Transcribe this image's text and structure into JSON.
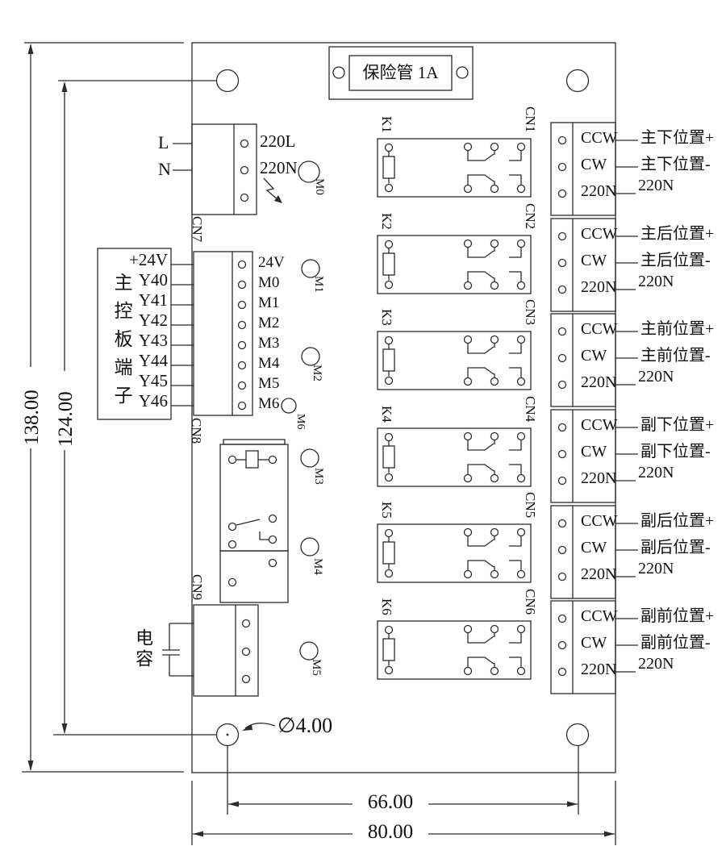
{
  "board": {
    "fuse_label": "保险管 1A",
    "power": {
      "external": [
        "L",
        "N"
      ],
      "connector": "CN7",
      "pins": [
        "220L",
        "220N"
      ]
    },
    "control": {
      "box_title": "主控板端子",
      "box_pins": [
        "+24V",
        "Y40",
        "Y41",
        "Y42",
        "Y43",
        "Y44",
        "Y45",
        "Y46"
      ],
      "connector": "CN8",
      "pins": [
        "24V",
        "M0",
        "M1",
        "M2",
        "M3",
        "M4",
        "M5",
        "M6"
      ]
    },
    "indicators": {
      "m0": "M0",
      "m1": "M1",
      "m2": "M2",
      "m3": "M3",
      "m4": "M4",
      "m5": "M5",
      "m6": "M6"
    },
    "relays": {
      "k1": "K1",
      "k2": "K2",
      "k3": "K3",
      "k4": "K4",
      "k5": "K5",
      "k6": "K6"
    },
    "aux": {
      "connector": "CN9",
      "capacitor": "电容"
    },
    "outputs": [
      {
        "connector": "CN1",
        "pins": [
          "CCW",
          "CW",
          "220N"
        ],
        "wires": [
          "主下位置+",
          "主下位置-",
          "220N"
        ]
      },
      {
        "connector": "CN2",
        "pins": [
          "CCW",
          "CW",
          "220N"
        ],
        "wires": [
          "主后位置+",
          "主后位置-",
          "220N"
        ]
      },
      {
        "connector": "CN3",
        "pins": [
          "CCW",
          "CW",
          "220N"
        ],
        "wires": [
          "主前位置+",
          "主前位置-",
          "220N"
        ]
      },
      {
        "connector": "CN4",
        "pins": [
          "CCW",
          "CW",
          "220N"
        ],
        "wires": [
          "副下位置+",
          "副下位置-",
          "220N"
        ]
      },
      {
        "connector": "CN5",
        "pins": [
          "CCW",
          "CW",
          "220N"
        ],
        "wires": [
          "副后位置+",
          "副后位置-",
          "220N"
        ]
      },
      {
        "connector": "CN6",
        "pins": [
          "CCW",
          "CW",
          "220N"
        ],
        "wires": [
          "副前位置+",
          "副前位置-",
          "220N"
        ]
      }
    ],
    "dimensions": {
      "total_height": "138.00",
      "hole_height": "124.00",
      "hole_width": "66.00",
      "total_width": "80.00",
      "hole_dia": "∅4.00"
    }
  }
}
